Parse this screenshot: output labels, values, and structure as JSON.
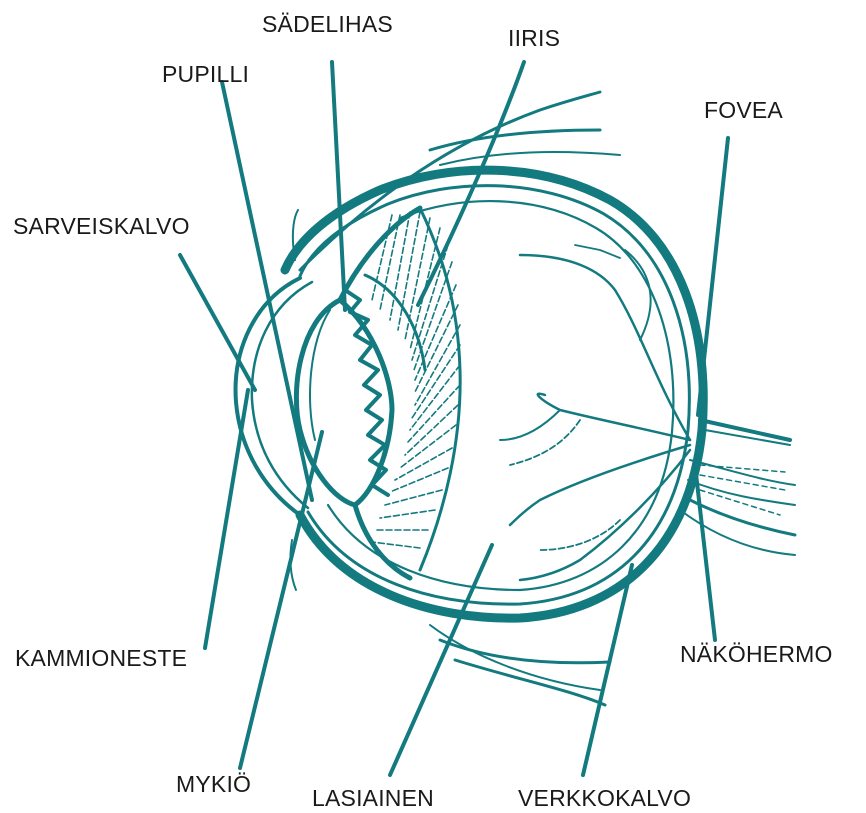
{
  "colors": {
    "line": "#137a80",
    "text": "#1a1a1a",
    "background": "#ffffff"
  },
  "labels": {
    "sadelihas": "SÄDELIHAS",
    "iiris": "IIRIS",
    "pupilli": "PUPILLI",
    "fovea": "FOVEA",
    "sarveiskalvo": "SARVEISKALVO",
    "kammioneste": "KAMMIONESTE",
    "nakohermo": "NÄKÖHERMO",
    "mykio": "MYKIÖ",
    "lasiainen": "LASIAINEN",
    "verkkokalvo": "VERKKOKALVO"
  }
}
